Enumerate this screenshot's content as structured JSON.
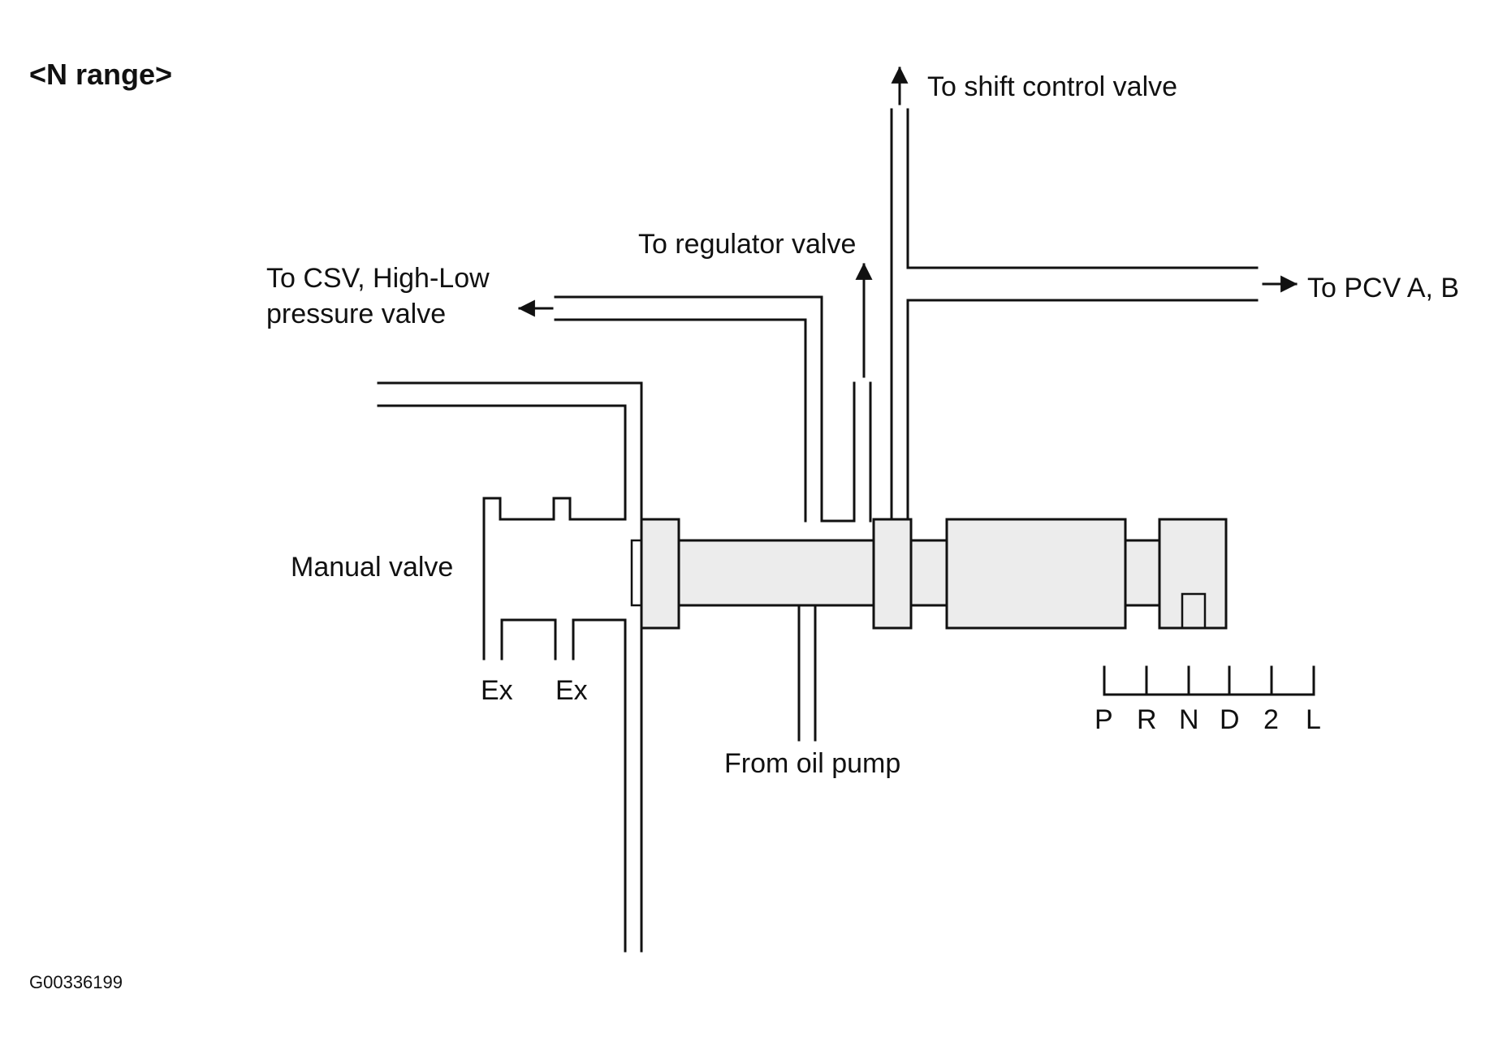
{
  "title": "<N range>",
  "labels": {
    "to_shift_control_valve": "To shift control valve",
    "to_regulator_valve": "To regulator valve",
    "to_csv_line1": "To CSV, High-Low",
    "to_csv_line2": "pressure valve",
    "to_pcv": "To PCV A, B",
    "manual_valve": "Manual valve",
    "exhaust_1": "Ex",
    "exhaust_2": "Ex",
    "from_oil_pump": "From oil pump"
  },
  "range_positions": [
    "P",
    "R",
    "N",
    "D",
    "2",
    "L"
  ],
  "figure_id": "G00336199"
}
